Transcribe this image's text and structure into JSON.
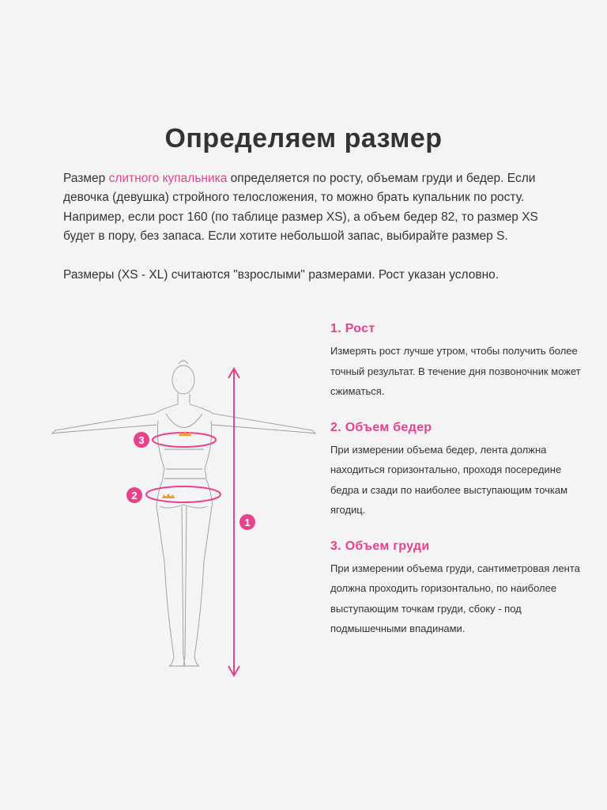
{
  "title": "Определяем размер",
  "intro": {
    "p1_before": "Размер ",
    "p1_highlight": "слитного купальника",
    "p1_after": " определяется по росту, объемам груди и бедер. Если девочка (девушка) стройного телосложения, то можно брать купальник по росту. Например, если рост 160 (по таблице размер XS), а объем бедер 82, то размер XS будет в пору, без запаса. Если хотите небольшой запас, выбирайте размер S.",
    "p2": "Размеры (XS - XL) считаются \"взрослыми\" размерами. Рост указан условно."
  },
  "figure": {
    "markers": [
      "1",
      "2",
      "3"
    ]
  },
  "steps": [
    {
      "title": "1. Рост",
      "text": "Измерять рост лучше утром, чтобы получить более точный результат. В течение дня позвоночник может сжиматься."
    },
    {
      "title": "2. Объем бедер",
      "text": "При измерении объема бедер, лента должна находиться горизонтально, проходя посередине бедра и сзади по наиболее выступающим точкам ягодиц."
    },
    {
      "title": "3. Объем груди",
      "text": "При измерении объема груди, сантиметровая лента должна проходить горизонтально, по наиболее выступающим точкам груди, сбоку - под подмышечными впадинами."
    }
  ],
  "colors": {
    "accent": "#e8418d",
    "logo": "#f39a2b",
    "background": "#f4f4f4",
    "text": "#333333"
  }
}
